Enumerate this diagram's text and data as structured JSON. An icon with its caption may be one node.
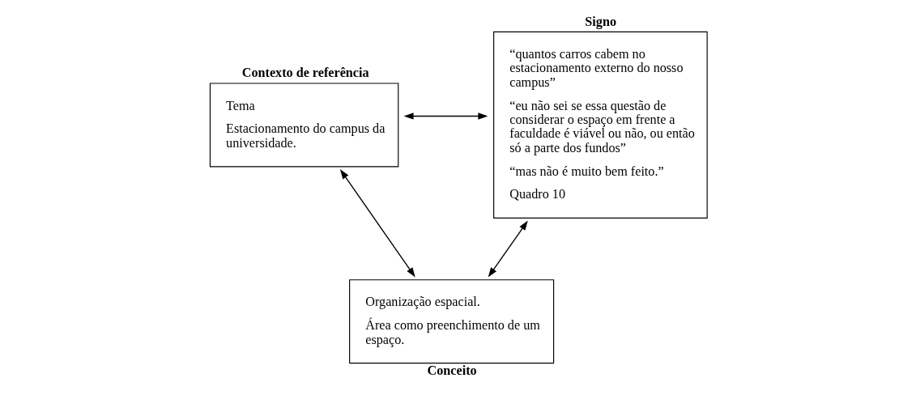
{
  "diagram": {
    "nodes": [
      {
        "text": [
          "Contexto de referência",
          "Tema",
          "Estacionamento do campus da universidade."
        ]
      },
      {
        "text": [
          "Signo",
          "“quantos carros cabem no estacionamento externo do nosso campus”",
          "“eu não sei se essa questão de considerar o espaço em frente a faculdade é viável ou não, ou então só a parte dos fundos”",
          "“mas não é muito bem feito.”",
          "Quadro 10"
        ]
      },
      {
        "text": [
          "Organização espacial.",
          "Área como preenchimento de um espaço.",
          "Conceito"
        ]
      }
    ],
    "edges": [
      {
        "from": 0,
        "to": 1,
        "arrow": "both"
      },
      {
        "from": 0,
        "to": 2,
        "arrow": "both"
      },
      {
        "from": 1,
        "to": 2,
        "arrow": "both"
      }
    ]
  }
}
